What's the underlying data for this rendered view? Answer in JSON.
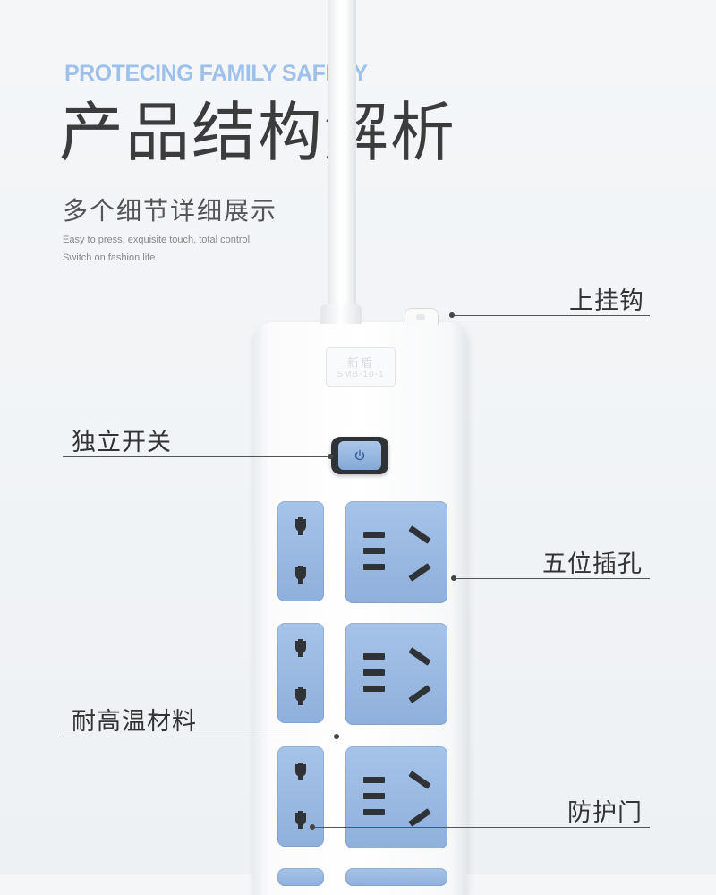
{
  "header": {
    "tagline": "PROTECING FAMILY SAFETY",
    "title": "产品结构解析",
    "subtitle": "多个细节详细展示",
    "english_line_1": "Easy to press, exquisite touch, total control",
    "english_line_2": "Switch on fashion life"
  },
  "product": {
    "brand_line_1": "新盾",
    "brand_line_2": "SMB-10-1"
  },
  "callouts": {
    "hook": "上挂钩",
    "switch": "独立开关",
    "sockets": "五位插孔",
    "material": "耐高温材料",
    "shutter": "防护门"
  },
  "colors": {
    "accent": "#9fc0ea",
    "socket_blue": "#98b8e0",
    "title": "#3c3c3c"
  },
  "icons": [
    "power-icon"
  ]
}
